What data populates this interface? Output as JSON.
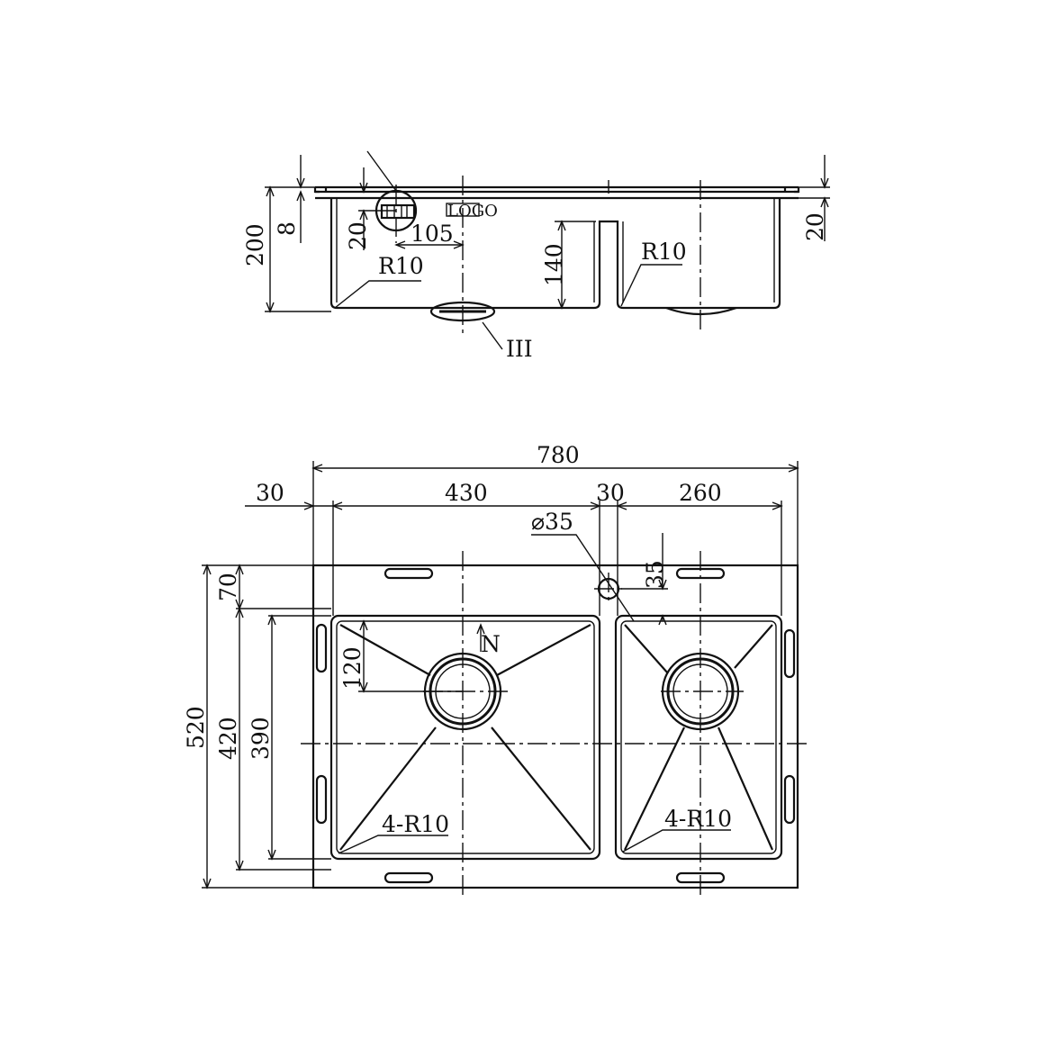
{
  "side_view": {
    "dim_height": "200",
    "dim_rim": "8",
    "dim_overflow": "20",
    "dim_overflow_offset": "105",
    "dim_divider_depth": "140",
    "dim_right_flange": "20",
    "radius_left": "R10",
    "radius_right": "R10",
    "logo": "LOGO",
    "callout": "III"
  },
  "top_view": {
    "dim_total_width": "780",
    "dim_left_flange": "30",
    "dim_left_bowl": "430",
    "dim_divider": "30",
    "dim_right_bowl": "260",
    "dim_tap_hole": "⌀35",
    "dim_tap_offset": "35",
    "dim_back_flange": "70",
    "dim_drain_offset": "120",
    "dim_total_depth": "520",
    "dim_bowl_outer": "420",
    "dim_bowl_inner": "390",
    "radius_left": "4-R10",
    "radius_right": "4-R10",
    "mark": "N"
  }
}
